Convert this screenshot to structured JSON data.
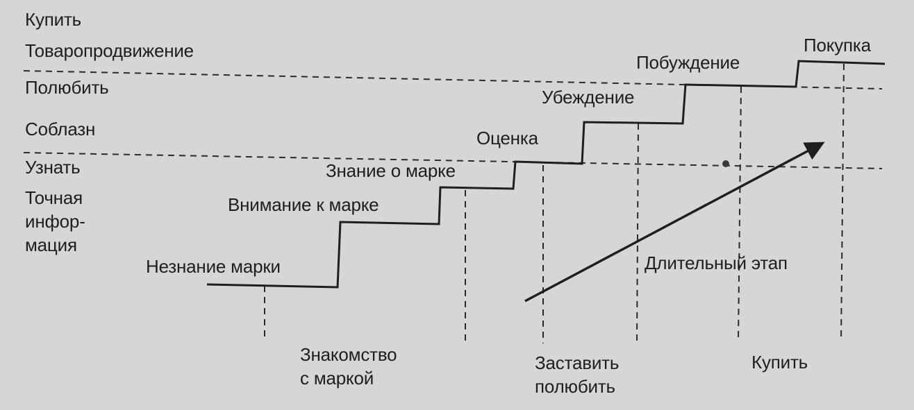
{
  "left_levels": {
    "buy": "Купить",
    "promotion": "Товаропродвижение",
    "love": "Полюбить",
    "seduction": "Соблазн",
    "know": "Узнать",
    "precise_info": "Точная\nинфор-\nмация"
  },
  "stages": {
    "unaware": "Незнание марки",
    "attention": "Внимание к марке",
    "knowledge": "Знание о марке",
    "evaluation": "Оценка",
    "conviction": "Убеждение",
    "motivation": "Побуждение",
    "purchase": "Покупка"
  },
  "bottom_labels": {
    "acquaint": "Знакомство\nс маркой",
    "make_love": "Заставить\nполюбить",
    "buy": "Купить"
  },
  "annotation": "Длительный этап",
  "colors": {
    "background": "#d6d6d4",
    "ink": "#1e1e1e"
  }
}
